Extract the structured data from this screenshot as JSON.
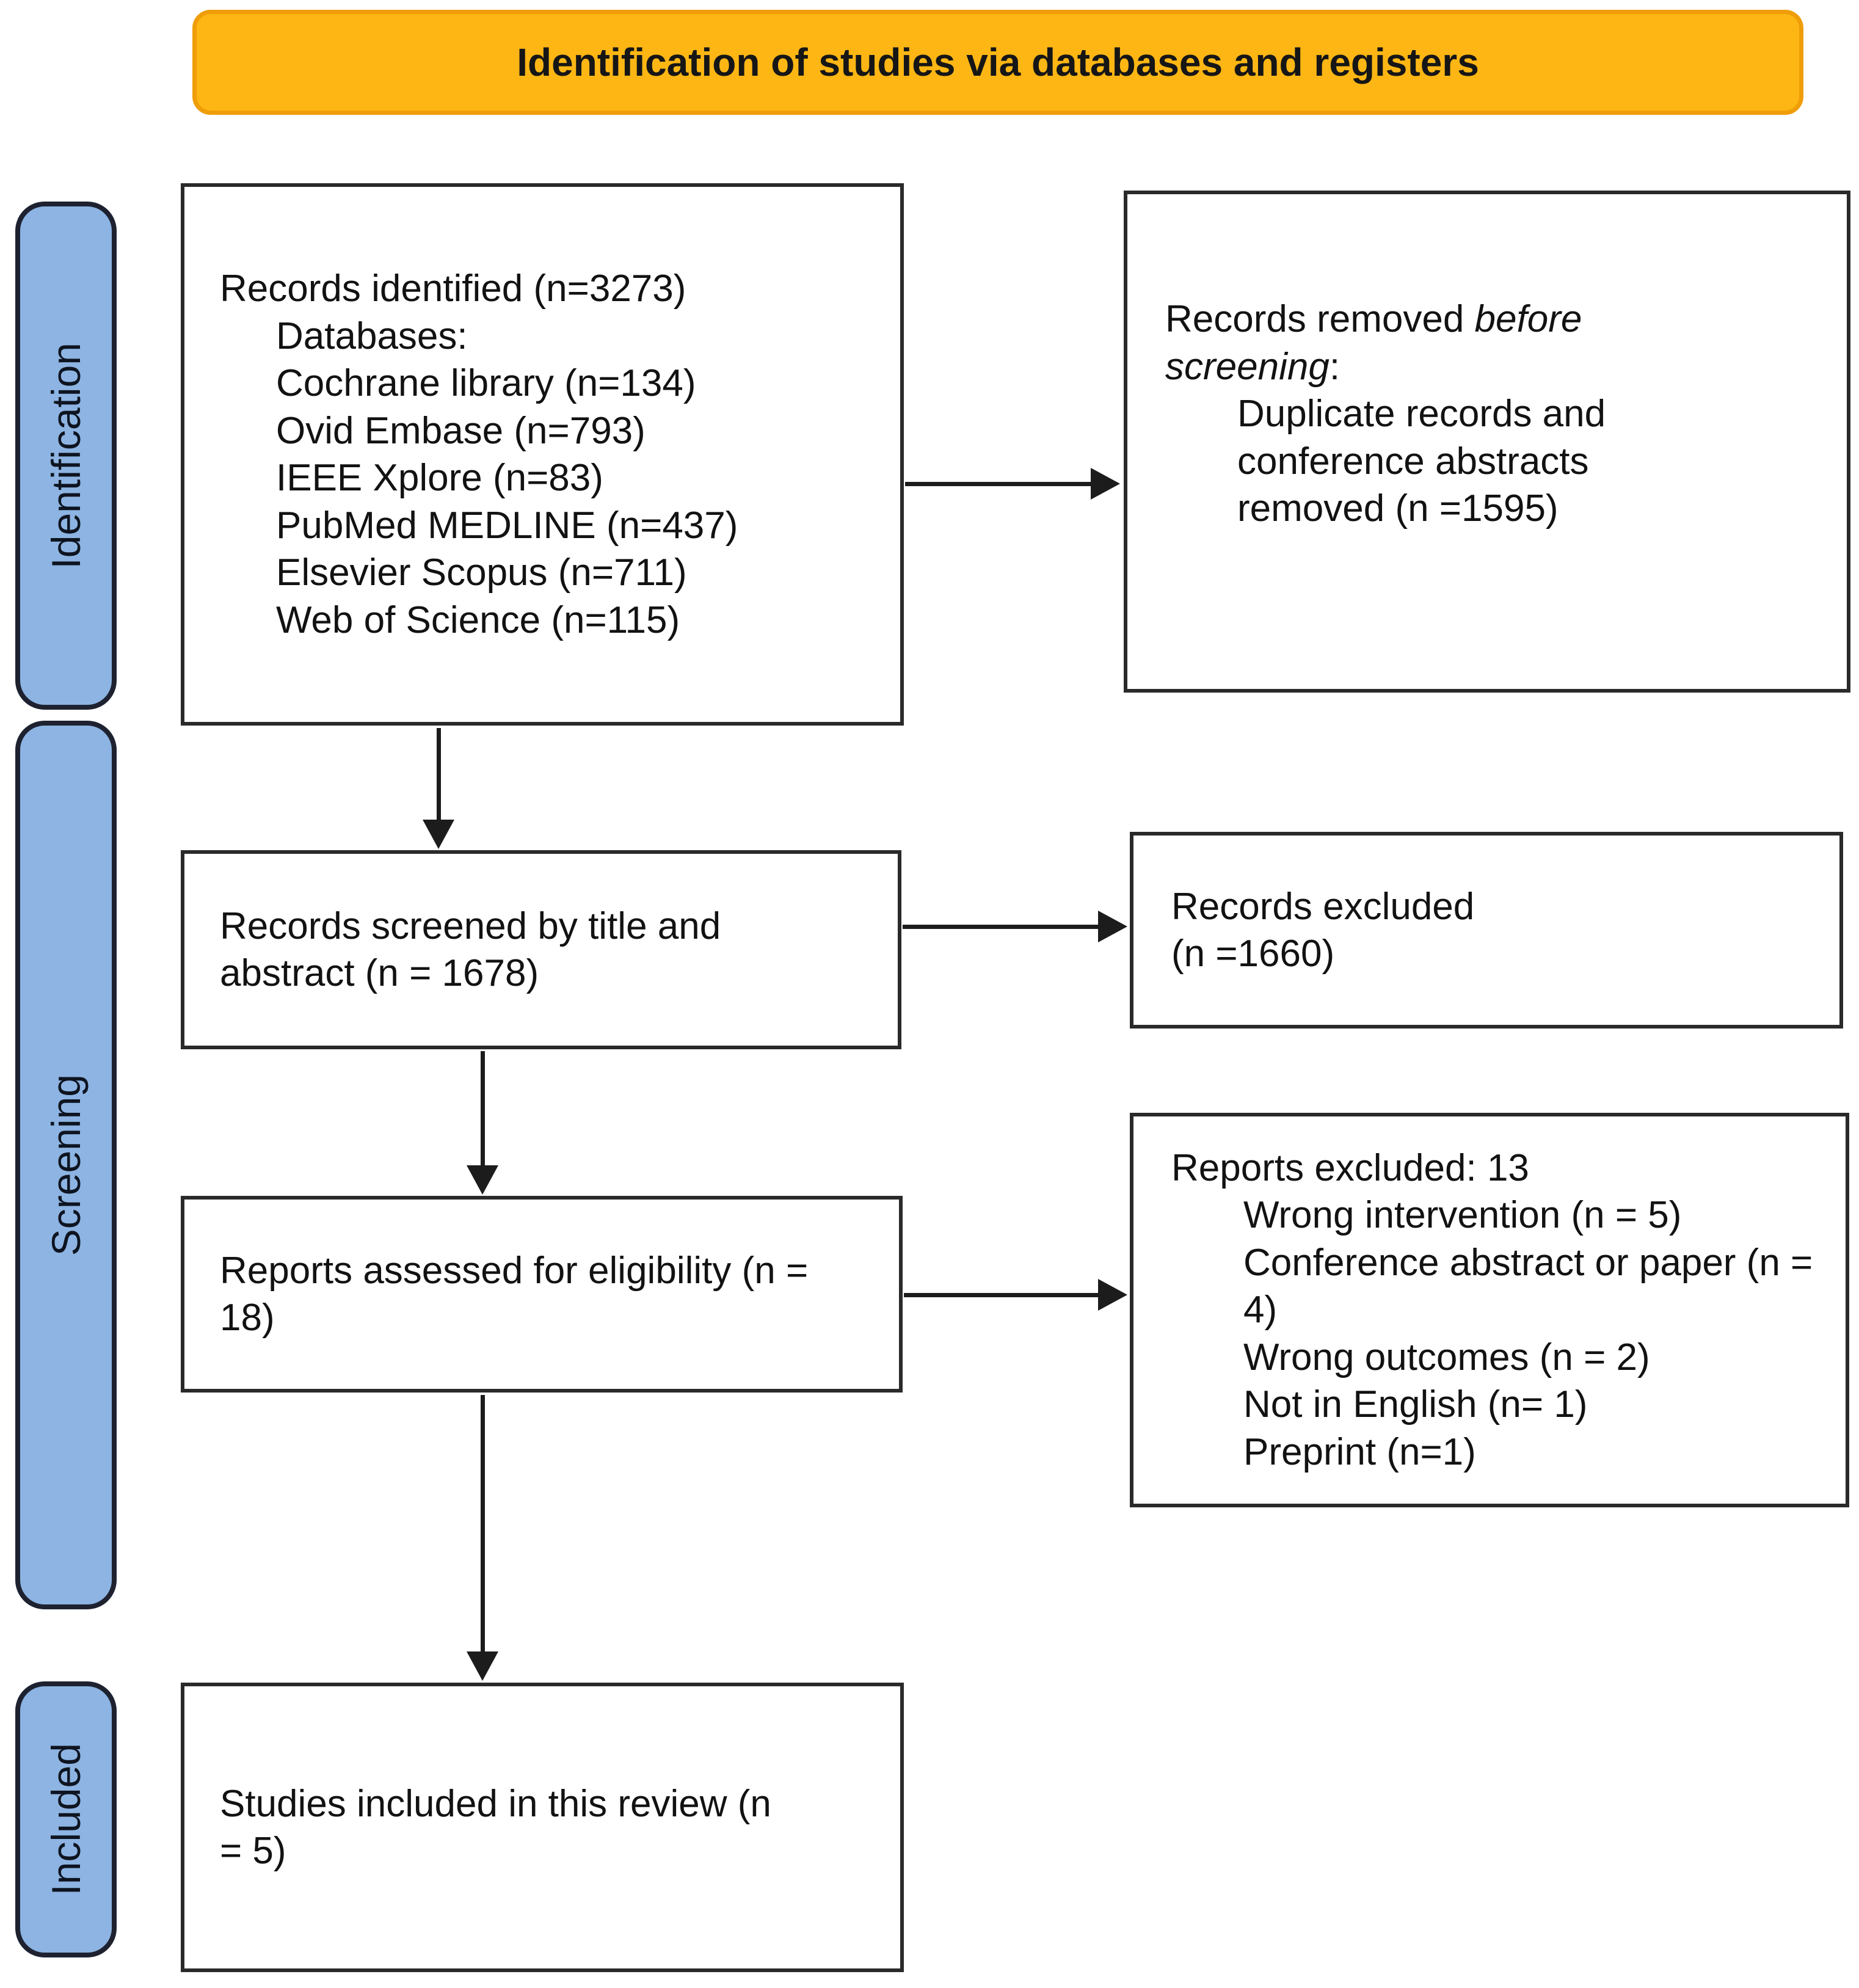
{
  "header": {
    "title": "Identification of studies via databases and registers"
  },
  "sidebar": {
    "items": [
      {
        "label": "Identification"
      },
      {
        "label": "Screening"
      },
      {
        "label": "Included"
      }
    ]
  },
  "flow": {
    "records_identified": {
      "heading": "Records identified (n=3273)",
      "items": [
        "Databases:",
        "Cochrane library (n=134)",
        "Ovid Embase (n=793)",
        "IEEE Xplore (n=83)",
        "PubMed MEDLINE (n=437)",
        "Elsevier Scopus (n=711)",
        "Web of Science (n=115)"
      ]
    },
    "records_removed": {
      "prefix": "Records removed ",
      "emphasis": "before screening",
      "suffix": ":",
      "items": [
        "Duplicate records and conference abstracts removed (n =1595)"
      ]
    },
    "records_screened": {
      "text": "Records screened by title and abstract (n = 1678)"
    },
    "records_excluded": {
      "line1": "Records excluded",
      "line2": "(n =1660)"
    },
    "reports_assessed": {
      "text": "Reports assessed for eligibility (n = 18)"
    },
    "reports_excluded": {
      "heading": "Reports excluded: 13",
      "items": [
        "Wrong intervention (n = 5)",
        "Conference abstract or paper (n = 4)",
        "Wrong outcomes (n = 2)",
        "Not in English (n= 1)",
        "Preprint (n=1)"
      ]
    },
    "studies_included": {
      "text": "Studies included in this review (n = 5)"
    }
  },
  "colors": {
    "header_fill": "#FDB614",
    "header_border": "#EF9D08",
    "sidebar_fill": "#8DB4E2",
    "sidebar_border": "#1E2230",
    "box_border": "#2A2A2A",
    "arrow": "#1C1C1C"
  }
}
